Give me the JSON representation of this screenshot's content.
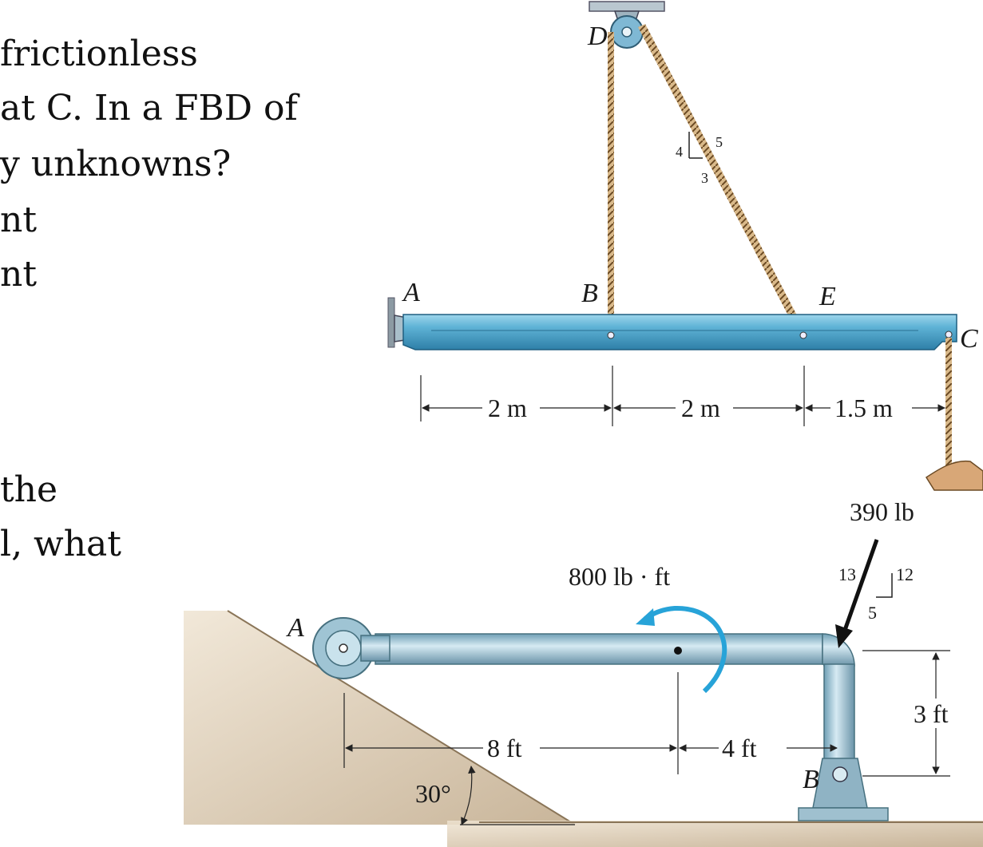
{
  "slide": {
    "text_lines": [
      "frictionless",
      "at C.  In a FBD of",
      "y unknowns?",
      "nt",
      "nt",
      " the",
      "l, what"
    ]
  },
  "top_figure": {
    "points": {
      "A": "A",
      "B": "B",
      "C": "C",
      "D": "D",
      "E": "E"
    },
    "slope_triangle": {
      "rise": "4",
      "run": "3",
      "hyp": "5"
    },
    "dimensions": [
      "2 m",
      "2 m",
      "1.5 m"
    ]
  },
  "bottom_figure": {
    "points": {
      "A": "A",
      "B": "B"
    },
    "force": "390 lb",
    "force_slope": {
      "hyp": "13",
      "rise": "12",
      "run": "5"
    },
    "moment": "800 lb · ft",
    "angle": "30°",
    "dimensions": [
      "8 ft",
      "4 ft",
      "3 ft"
    ]
  },
  "colors": {
    "beam": "#5fb3d6",
    "beam_dark": "#2e7fa8",
    "moment_arrow": "#27a3d8",
    "ground": "#cbb89a",
    "text": "#111111"
  }
}
